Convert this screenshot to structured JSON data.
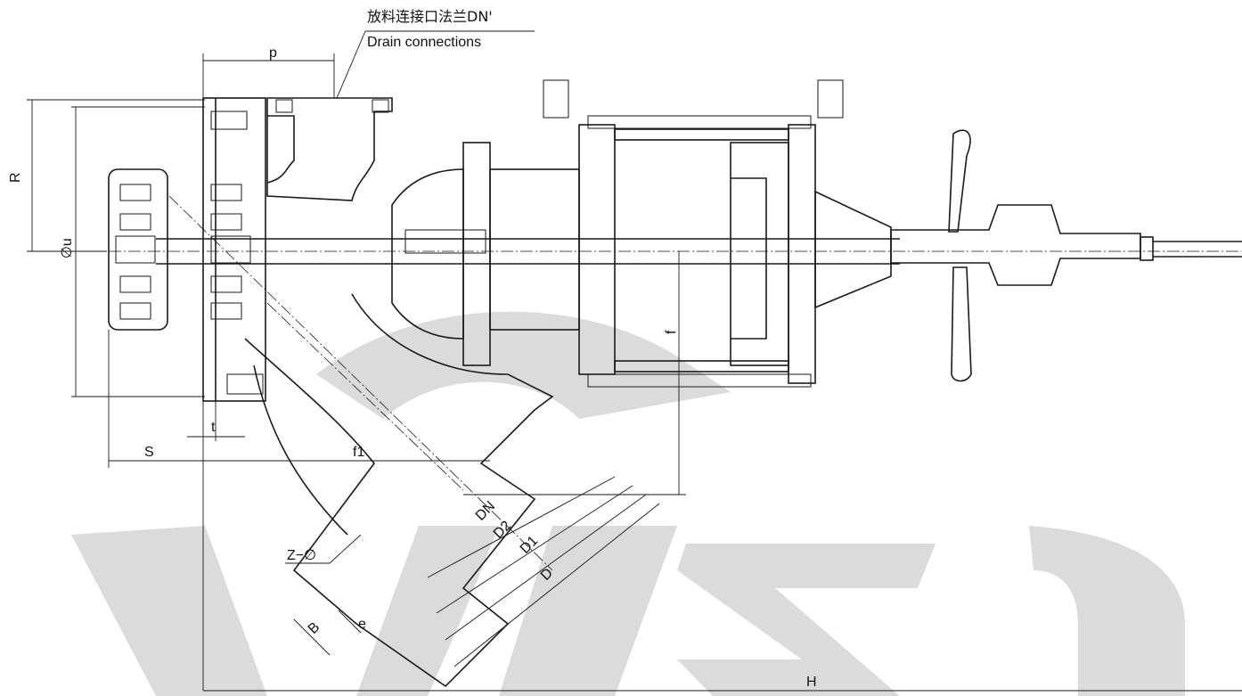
{
  "callout": {
    "chinese": "放料连接口法兰DN'",
    "english": "Drain connections"
  },
  "dimensions": {
    "p": "p",
    "R": "R",
    "u": "∅u",
    "S": "S",
    "t": "t",
    "f1": "f1",
    "f": "f",
    "DN": "DN",
    "D2": "D2",
    "D1": "D1",
    "D": "D",
    "Z": "Z−∅",
    "B": "B",
    "e": "e",
    "H": "H"
  },
  "colors": {
    "line": "#1a1a1a",
    "watermark": "#bdbdbd",
    "background": "#ffffff"
  }
}
